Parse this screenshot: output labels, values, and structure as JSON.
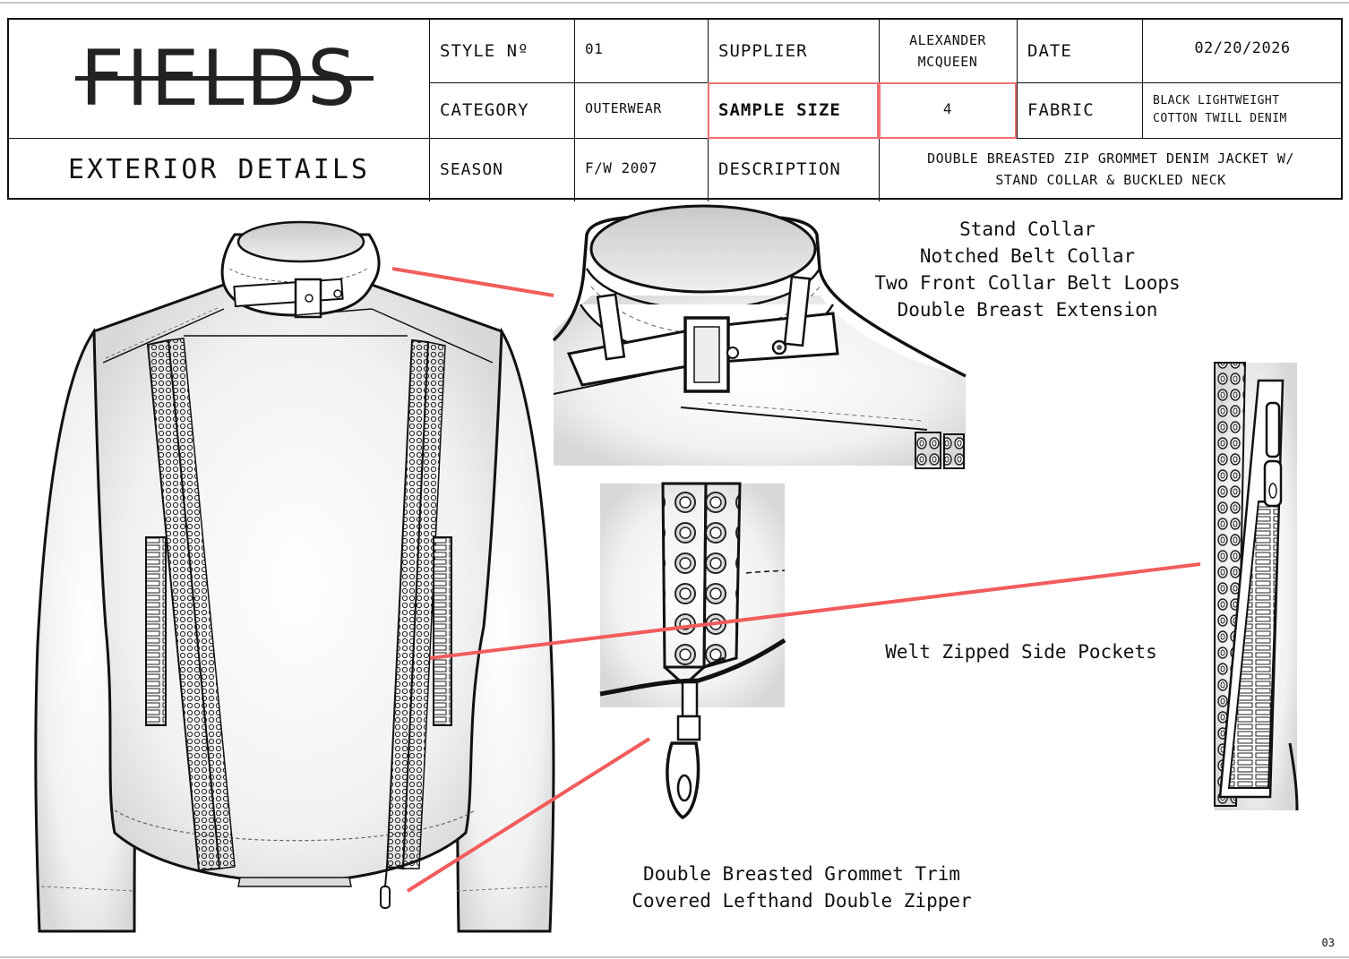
{
  "brand": "FIELDS",
  "section_title": "EXTERIOR DETAILS",
  "spec": {
    "style_label": "STYLE Nº",
    "style_value": "01",
    "supplier_label": "SUPPLIER",
    "supplier_value_line1": "ALEXANDER",
    "supplier_value_line2": "MCQUEEN",
    "date_label": "DATE",
    "date_value": "02/20/2026",
    "category_label": "CATEGORY",
    "category_value": "OUTERWEAR",
    "sample_size_label": "SAMPLE SIZE",
    "sample_size_value": "4",
    "fabric_label": "FABRIC",
    "fabric_value_line1": "BLACK LIGHTWEIGHT",
    "fabric_value_line2": "COTTON TWILL DENIM",
    "season_label": "SEASON",
    "season_value": "F/W 2007",
    "description_label": "DESCRIPTION",
    "description_line1": "DOUBLE BREASTED ZIP GROMMET DENIM JACKET W/",
    "description_line2": "STAND COLLAR & BUCKLED NECK"
  },
  "callouts": {
    "collar": "Stand Collar\nNotched Belt Collar\nTwo Front Collar Belt Loops\nDouble Breast Extension",
    "pocket": "Welt Zipped Side Pockets",
    "trim": "Double Breasted Grommet Trim\nCovered Lefthand Double Zipper"
  },
  "page_number": "03",
  "colors": {
    "accent": "#f25c5c",
    "line": "#111111"
  },
  "icons": [
    "jacket-flat-sketch",
    "collar-detail-sketch",
    "zipper-detail-sketch",
    "pocket-zip-detail-sketch"
  ]
}
